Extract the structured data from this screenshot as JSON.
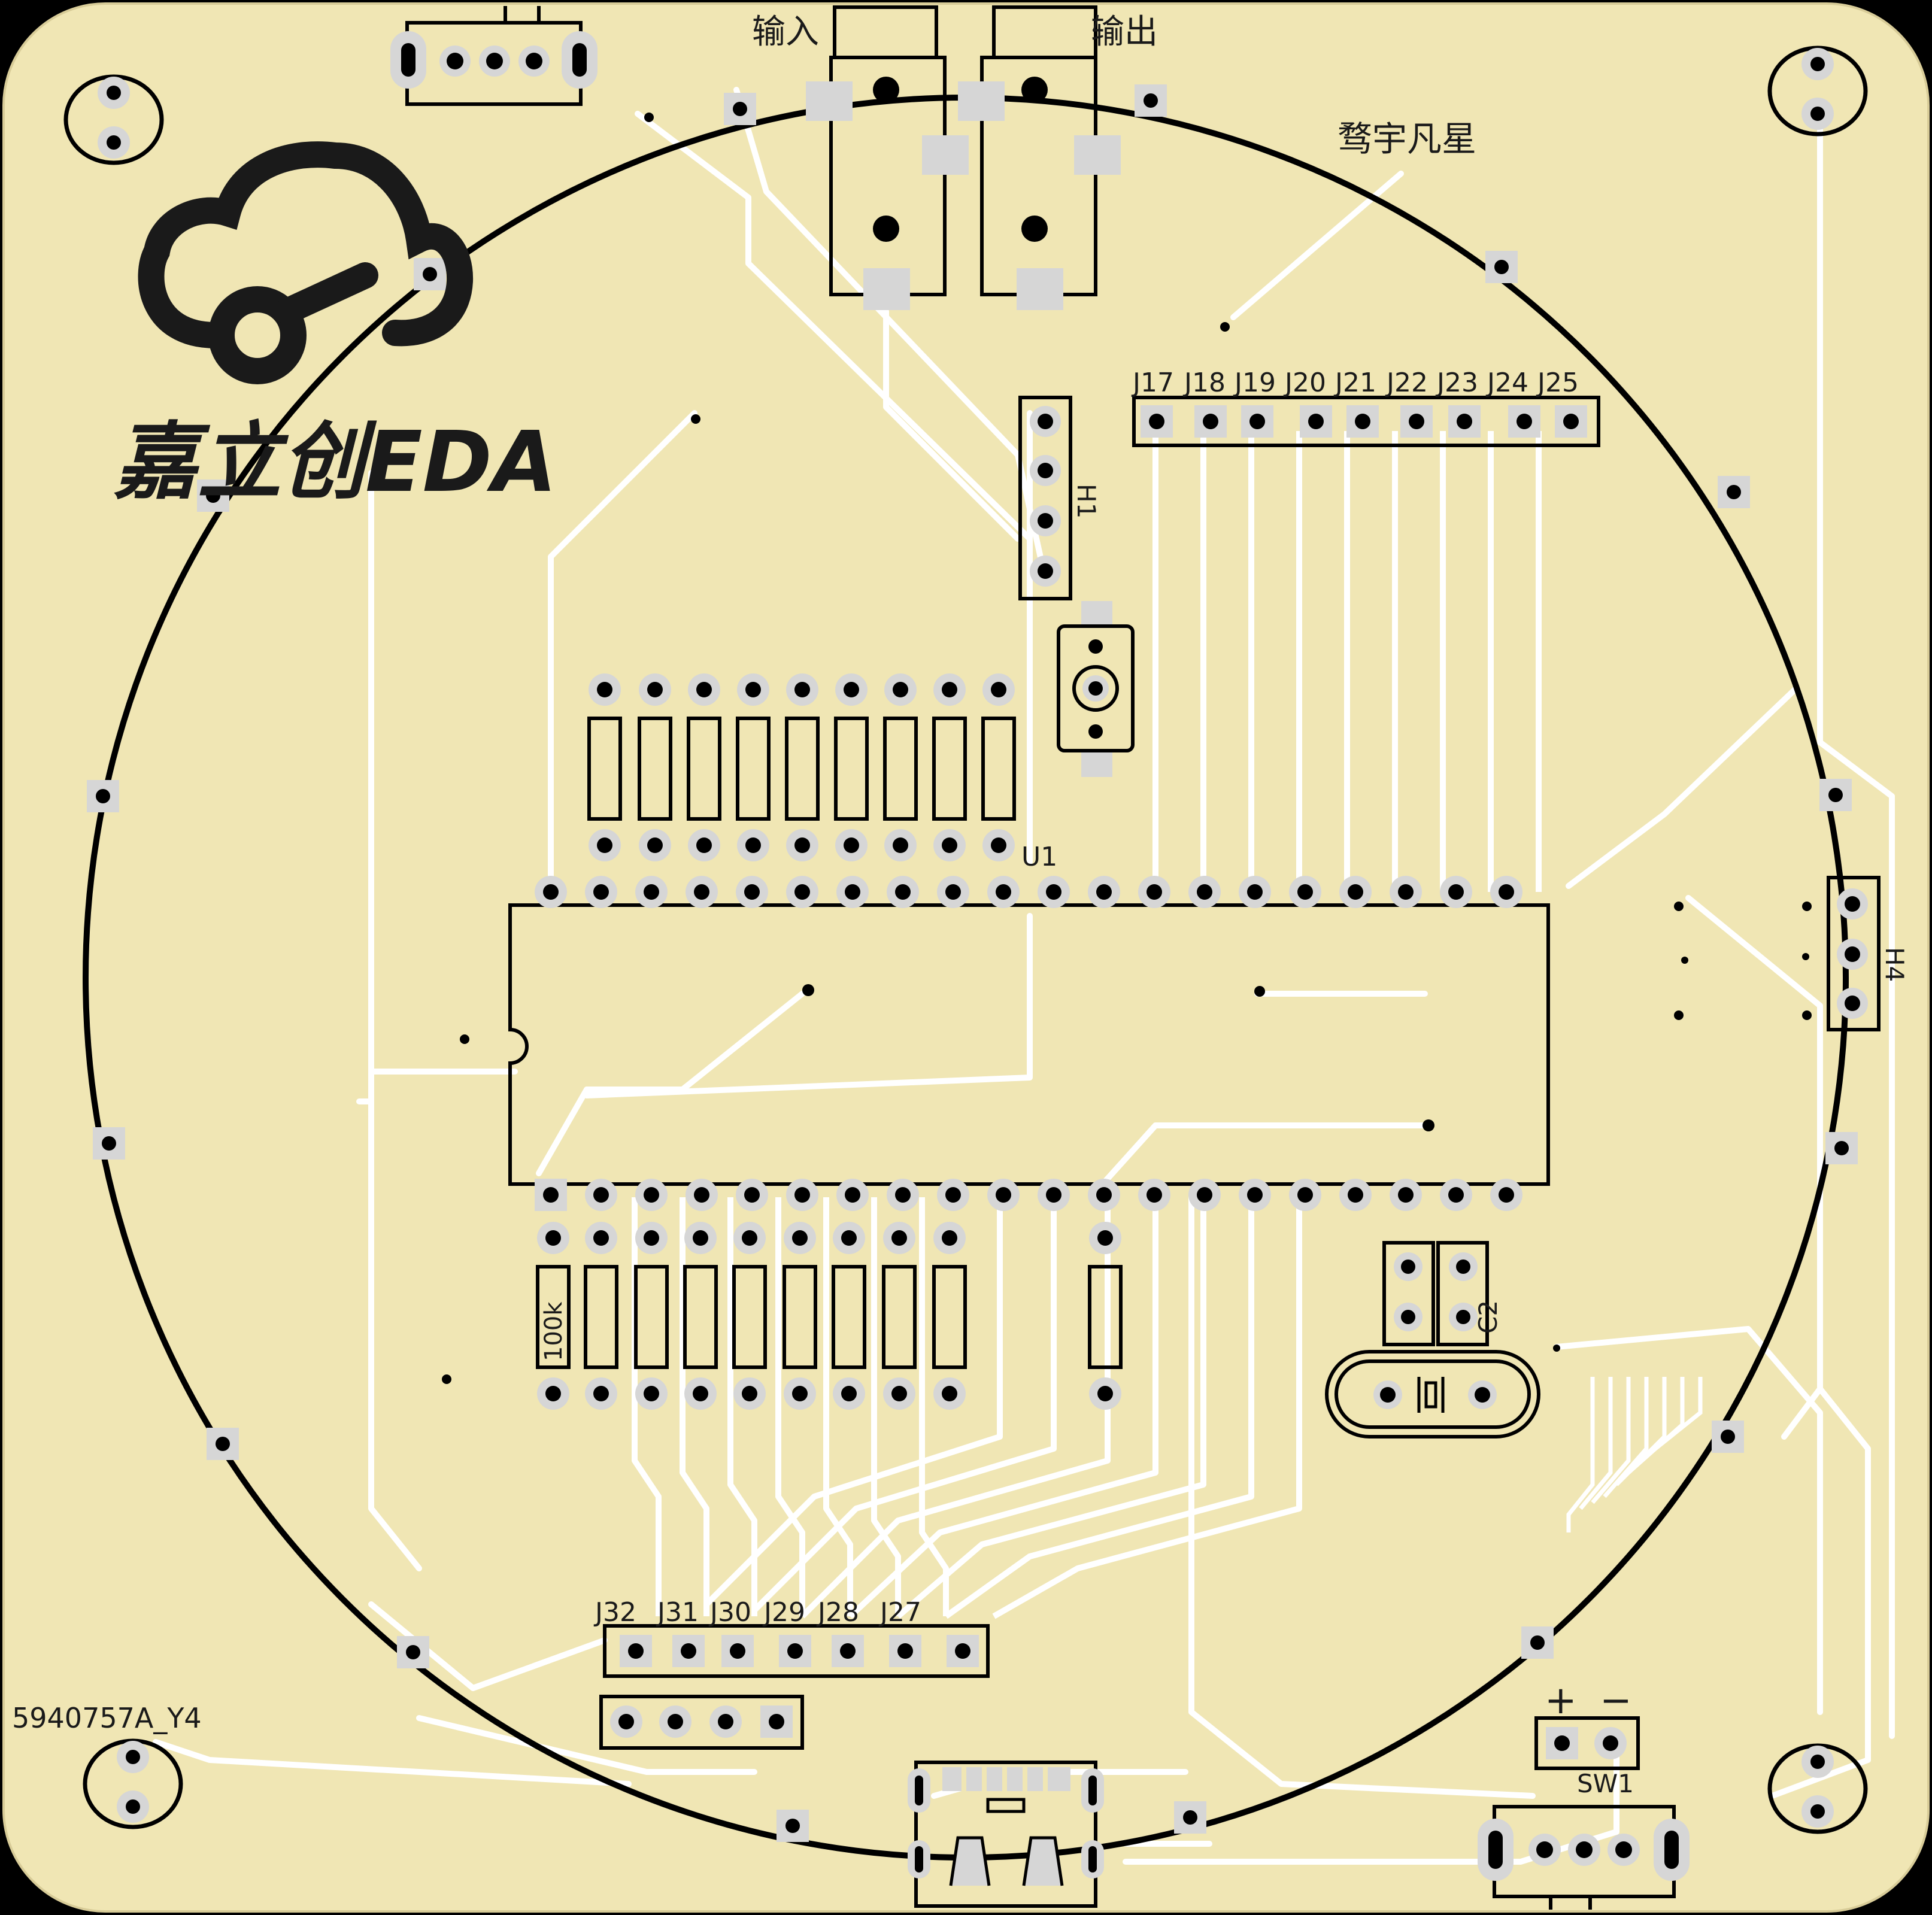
{
  "board": {
    "colors": {
      "substrate": "#f0e6b4",
      "trace": "#ffffff",
      "silkscreen": "#1a1a1a",
      "pad": "#d6d6d6",
      "outline": "#000000"
    }
  },
  "logo": {
    "brand_text": "嘉立创EDA",
    "icon": "cloud-key-icon"
  },
  "labels": {
    "input": "输入",
    "output": "输出",
    "author": "骛宇凡星",
    "board_id": "5940757A_Y4",
    "u1": "U1",
    "h1": "H1",
    "h4": "H4",
    "c2": "C2",
    "sw1": "SW1",
    "res_100k": "100k",
    "plus": "+",
    "minus": "−"
  },
  "top_headers": [
    "J17",
    "J18",
    "J19",
    "J20",
    "J21",
    "J22",
    "J23",
    "J24",
    "J25"
  ],
  "bottom_headers": [
    "J32",
    "J31",
    "J30",
    "J29",
    "J28",
    "J27"
  ]
}
